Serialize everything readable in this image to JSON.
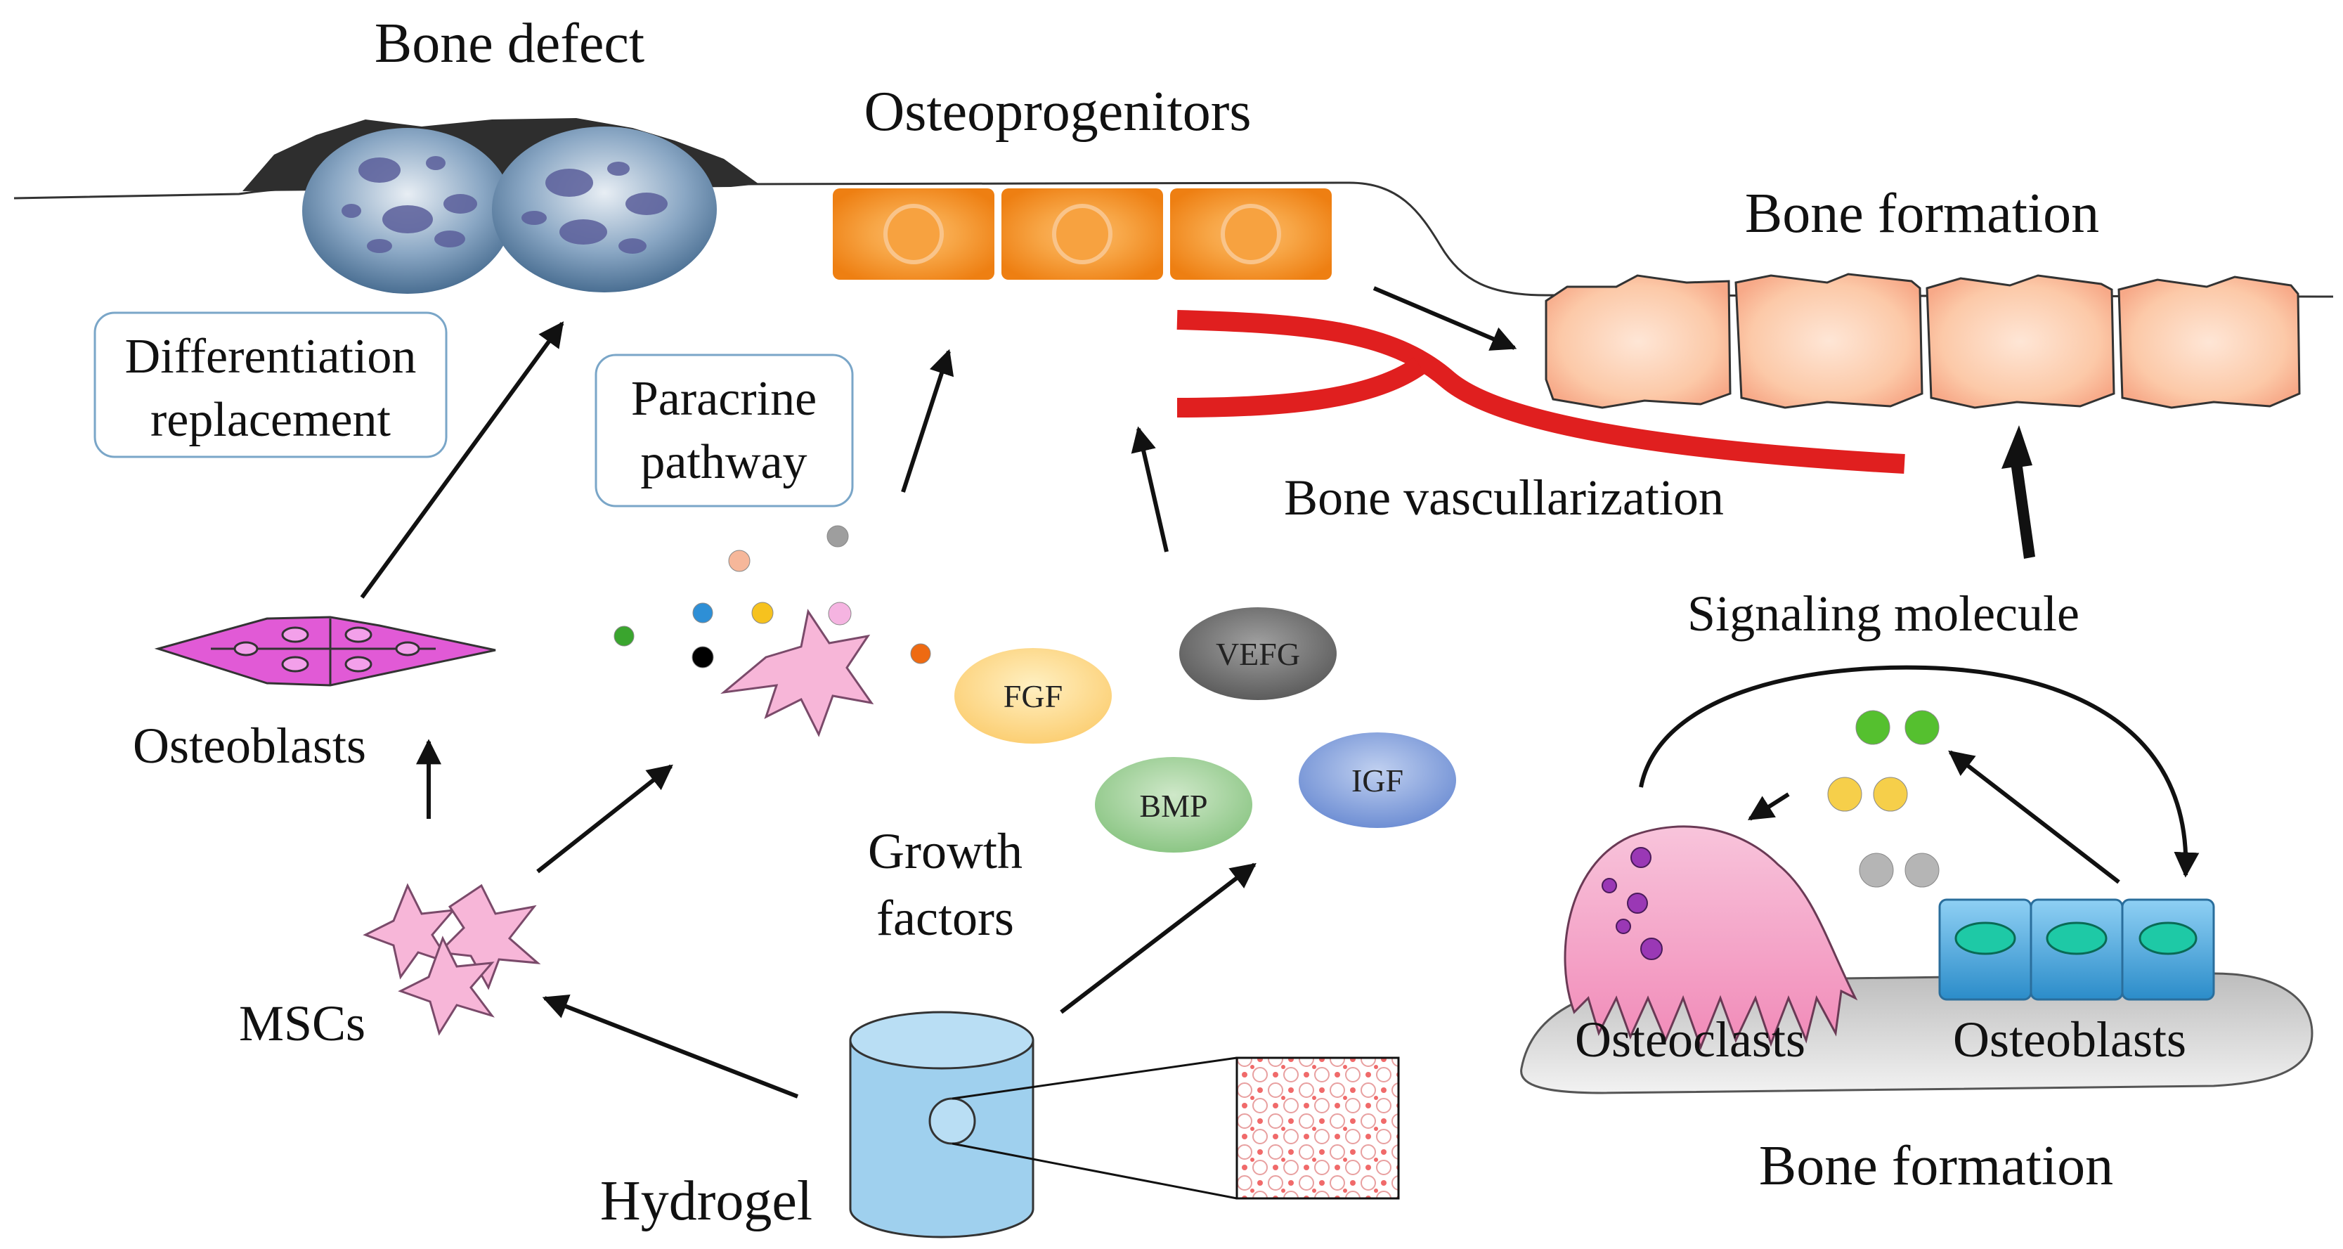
{
  "labels": {
    "bone_defect": "Bone defect",
    "osteoprogenitors": "Osteoprogenitors",
    "bone_formation_top": "Bone formation",
    "differentiation_line1": "Differentiation",
    "differentiation_line2": "replacement",
    "paracrine_line1": "Paracrine",
    "paracrine_line2": "pathway",
    "bone_vascularization": "Bone vascullarization",
    "signaling_molecule": "Signaling molecule",
    "osteoblasts_left": "Osteoblasts",
    "growth_factors_line1": "Growth",
    "growth_factors_line2": "factors",
    "mscs": "MSCs",
    "hydrogel": "Hydrogel",
    "osteoclasts": "Osteoclasts",
    "osteoblasts_right": "Osteoblasts",
    "bone_formation_bottom": "Bone formation"
  },
  "growth_factors": {
    "fgf": "FGF",
    "vefg": "VEFG",
    "bmp": "BMP",
    "igf": "IGF"
  },
  "colors": {
    "fgf": "#fcd98a",
    "vefg": "#7a7a7a",
    "bmp": "#a6d3a0",
    "igf": "#8fa9dd",
    "osteoprogenitor": "#f39a2f",
    "bone_formation_cell": "#fcd2b8",
    "vessel": "#e01f1f",
    "osteoclast": "#f5a3c7",
    "osteoblast_right": "#5fb0e3",
    "hydrogel": "#9fd0ee",
    "msc": "#f7b6d8",
    "osteoblast_left": "#e15ad6"
  }
}
